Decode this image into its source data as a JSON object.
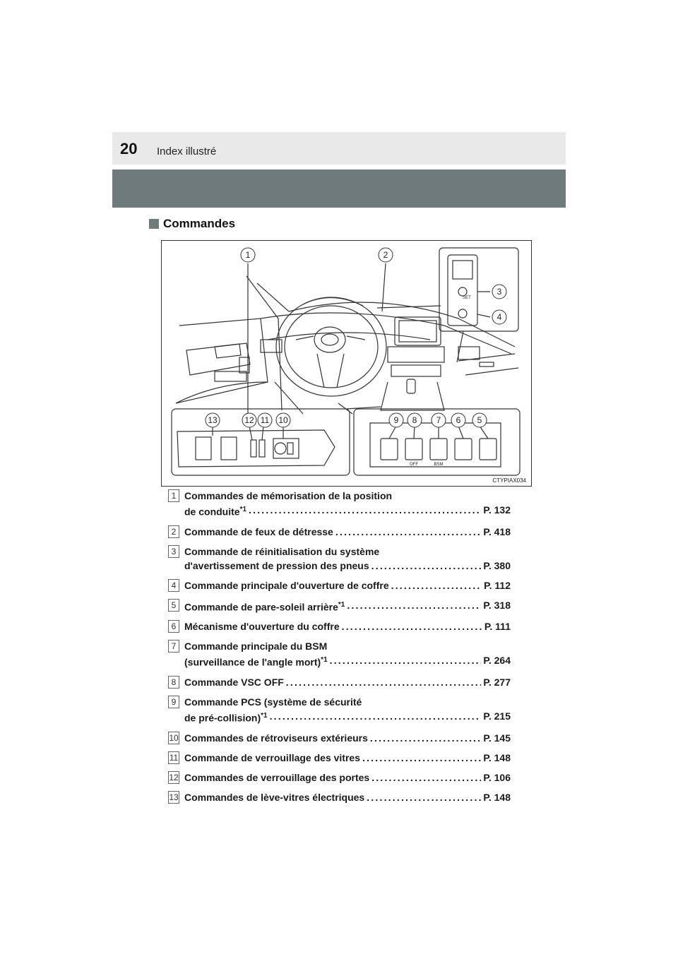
{
  "header": {
    "page_number": "20",
    "title": "Index illustré"
  },
  "section": {
    "title": "Commandes"
  },
  "figure": {
    "code": "CTYPIAX034",
    "callouts": [
      "1",
      "2",
      "3",
      "4",
      "5",
      "6",
      "7",
      "8",
      "9",
      "10",
      "11",
      "12",
      "13"
    ],
    "labels": {
      "set": "SET",
      "off": "OFF",
      "bsm": "BSM"
    }
  },
  "items": [
    {
      "num": "1",
      "line1": "Commandes de mémorisation de la position",
      "line2": "de conduite",
      "sup": "*1",
      "page": "P. 132"
    },
    {
      "num": "2",
      "line1": "",
      "line2": "Commande de feux de détresse",
      "sup": "",
      "page": "P. 418"
    },
    {
      "num": "3",
      "line1": "Commande de réinitialisation du système",
      "line2": "d'avertissement de pression des pneus",
      "sup": "",
      "page": "P. 380"
    },
    {
      "num": "4",
      "line1": "",
      "line2": "Commande principale d'ouverture de coffre",
      "sup": "",
      "page": "P. 112"
    },
    {
      "num": "5",
      "line1": "",
      "line2": "Commande de pare-soleil arrière",
      "sup": "*1",
      "page": "P. 318"
    },
    {
      "num": "6",
      "line1": "",
      "line2": "Mécanisme d'ouverture du coffre",
      "sup": "",
      "page": "P. 111"
    },
    {
      "num": "7",
      "line1": "Commande principale du BSM",
      "line2": "(surveillance de l'angle mort)",
      "sup": "*1",
      "page": "P. 264"
    },
    {
      "num": "8",
      "line1": "",
      "line2": "Commande VSC OFF",
      "sup": "",
      "page": "P. 277"
    },
    {
      "num": "9",
      "line1": "Commande PCS (système de sécurité",
      "line2": "de pré-collision)",
      "sup": "*1",
      "page": "P. 215"
    },
    {
      "num": "10",
      "line1": "",
      "line2": "Commandes de rétroviseurs extérieurs",
      "sup": "",
      "page": "P. 145"
    },
    {
      "num": "11",
      "line1": "",
      "line2": "Commande de verrouillage des vitres",
      "sup": "",
      "page": "P. 148"
    },
    {
      "num": "12",
      "line1": "",
      "line2": "Commandes de verrouillage des portes",
      "sup": "",
      "page": "P. 106"
    },
    {
      "num": "13",
      "line1": "",
      "line2": "Commandes de lève-vitres électriques",
      "sup": "",
      "page": "P. 148"
    }
  ]
}
